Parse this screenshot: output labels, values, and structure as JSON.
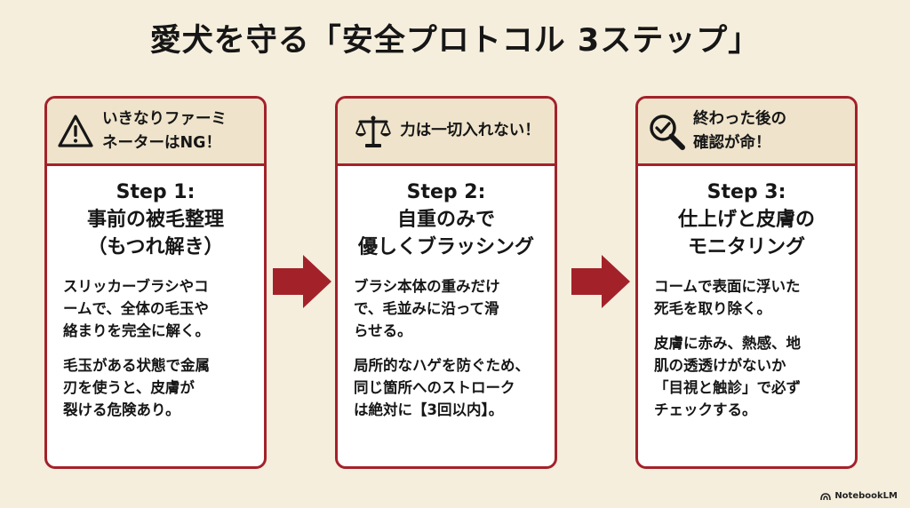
{
  "title": "愛犬を守る「安全プロトコル 3ステップ」",
  "colors": {
    "accent": "#a3222a",
    "background": "#f5eedd",
    "header_bg": "#efe3cb"
  },
  "steps": [
    {
      "icon": "warning-icon",
      "header": "いきなりファーミ\nネーターはNG！",
      "title": "Step 1:\n事前の被毛整理\n（もつれ解き）",
      "paragraphs": [
        "スリッカーブラシやコ\nームで、全体の毛玉や\n絡まりを完全に解く。",
        "毛玉がある状態で金属\n刃を使うと、皮膚が\n裂ける危険あり。"
      ]
    },
    {
      "icon": "balance-scale-icon",
      "header": "力は一切入れない！",
      "title": "Step 2:\n自重のみで\n優しくブラッシング",
      "paragraphs": [
        " ブラシ本体の重みだけ\nで、毛並みに沿って滑\nらせる。",
        "局所的なハゲを防ぐため、\n同じ箇所へのストローク\nは絶対に【3回以内】。"
      ]
    },
    {
      "icon": "magnifier-check-icon",
      "header": "終わった後の\n確認が命！",
      "title": "Step 3:\n仕上げと皮膚の\nモニタリング",
      "paragraphs": [
        "コームで表面に浮いた\n死毛を取り除く。",
        "皮膚に赤み、熱感、地\n肌の透透けがないか\n「目視と触診」で必ず\nチェックする。"
      ]
    }
  ],
  "brand": "NotebookLM"
}
